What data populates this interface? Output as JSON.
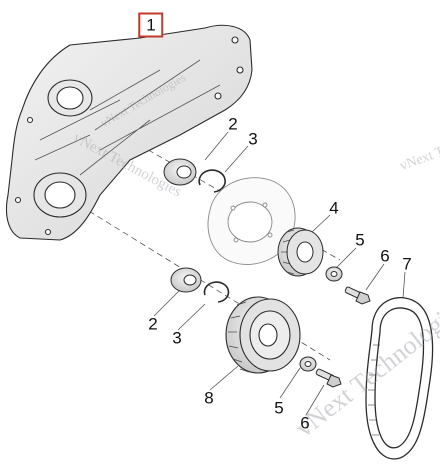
{
  "diagram": {
    "callouts": {
      "c1": "1",
      "c2a": "2",
      "c3a": "3",
      "c4": "4",
      "c5a": "5",
      "c6a": "6",
      "c7": "7",
      "c2b": "2",
      "c3b": "3",
      "c8": "8",
      "c5b": "5",
      "c6b": "6"
    },
    "watermarks": {
      "w1": "vNext Technologies",
      "w2": "vNext Technologies",
      "w3": "vNext Technologies",
      "w4": "vNext Tech"
    },
    "colors": {
      "line": "#2b2b2b",
      "highlight": "#c0392b",
      "watermark": "#9aa0a6"
    }
  }
}
